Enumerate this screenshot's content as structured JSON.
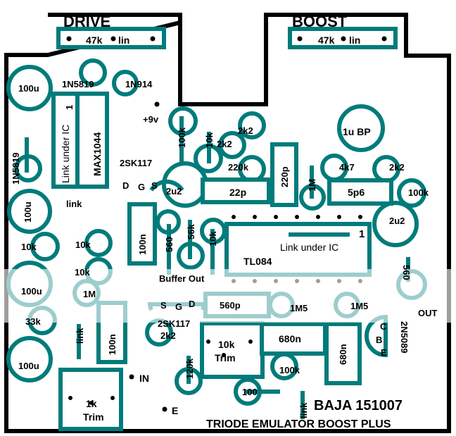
{
  "board": {
    "title": "TRIODE EMULATOR BOOST PLUS",
    "signature": "BAJA  151007",
    "colors": {
      "trace": "#007b7b",
      "outline": "#000000",
      "background": "#ffffff",
      "faded": "#8fcaca"
    }
  },
  "pots": {
    "drive": {
      "heading": "DRIVE",
      "value": "47k",
      "taper": "lin"
    },
    "boost": {
      "heading": "BOOST",
      "value": "47k",
      "taper": "lin"
    }
  },
  "ics": {
    "max1044": {
      "part": "MAX1044",
      "note": "Link under IC",
      "pin1": "1"
    },
    "tl084": {
      "part": "TL084",
      "note": "Link under IC",
      "pin1": "1"
    }
  },
  "transistors": {
    "jfet1": {
      "part": "2SK117",
      "pins": [
        "D",
        "G",
        "S"
      ]
    },
    "jfet2": {
      "part": "2SK117",
      "pins": [
        "S",
        "G",
        "D"
      ]
    },
    "bjt": {
      "part": "2N5089",
      "pins": [
        "C",
        "B",
        "E"
      ]
    }
  },
  "trimmers": {
    "t1": {
      "value": "1k",
      "kind": "Trim"
    },
    "t2": {
      "value": "10k",
      "kind": "Trim"
    }
  },
  "components": {
    "c100u_top": "100u",
    "c100u_mid": "100u",
    "c100u_faded": "100u",
    "c100u_bot": "100u",
    "d1n5819_top": "1N5819",
    "d1n5819_left": "1N5819",
    "d1n914": "1N914",
    "supply": "+9v",
    "r100k_vert": "100k",
    "r10k_vert_top": "10k",
    "r2k2_a": "2k2",
    "r2k2_b": "2k2",
    "r220k": "220k",
    "c22p": "22p",
    "c220p": "220p",
    "r1m_vert": "1M",
    "c1ubp": "1u BP",
    "r4k7": "4k7",
    "r2k2_c": "2k2",
    "c5p6": "5p6",
    "r100k_right": "100k",
    "c2u2_right": "2u2",
    "c2u2_left": "2u2",
    "link_left": "link",
    "r10k_a": "10k",
    "r10k_b": "10k",
    "r10k_c": "10k",
    "r1m_left": "1M",
    "r33k": "33k",
    "link_lower": "link",
    "c100n_a": "100n",
    "c100n_b": "100n",
    "r560_a": "560",
    "r56k": "56k",
    "r10k_vert_b": "10k",
    "buffer_out": "Buffer Out",
    "c560p": "560p",
    "r1m5_a": "1M5",
    "r1m5_b": "1M5",
    "r560_b": "560",
    "out": "OUT",
    "r2k2_d": "2k2",
    "r120k": "120k",
    "c680n_a": "680n",
    "c680n_b": "680n",
    "r100k_low": "100k",
    "r100": "100",
    "link_bottom": "link",
    "in": "IN",
    "e": "E",
    "plus": "+"
  }
}
